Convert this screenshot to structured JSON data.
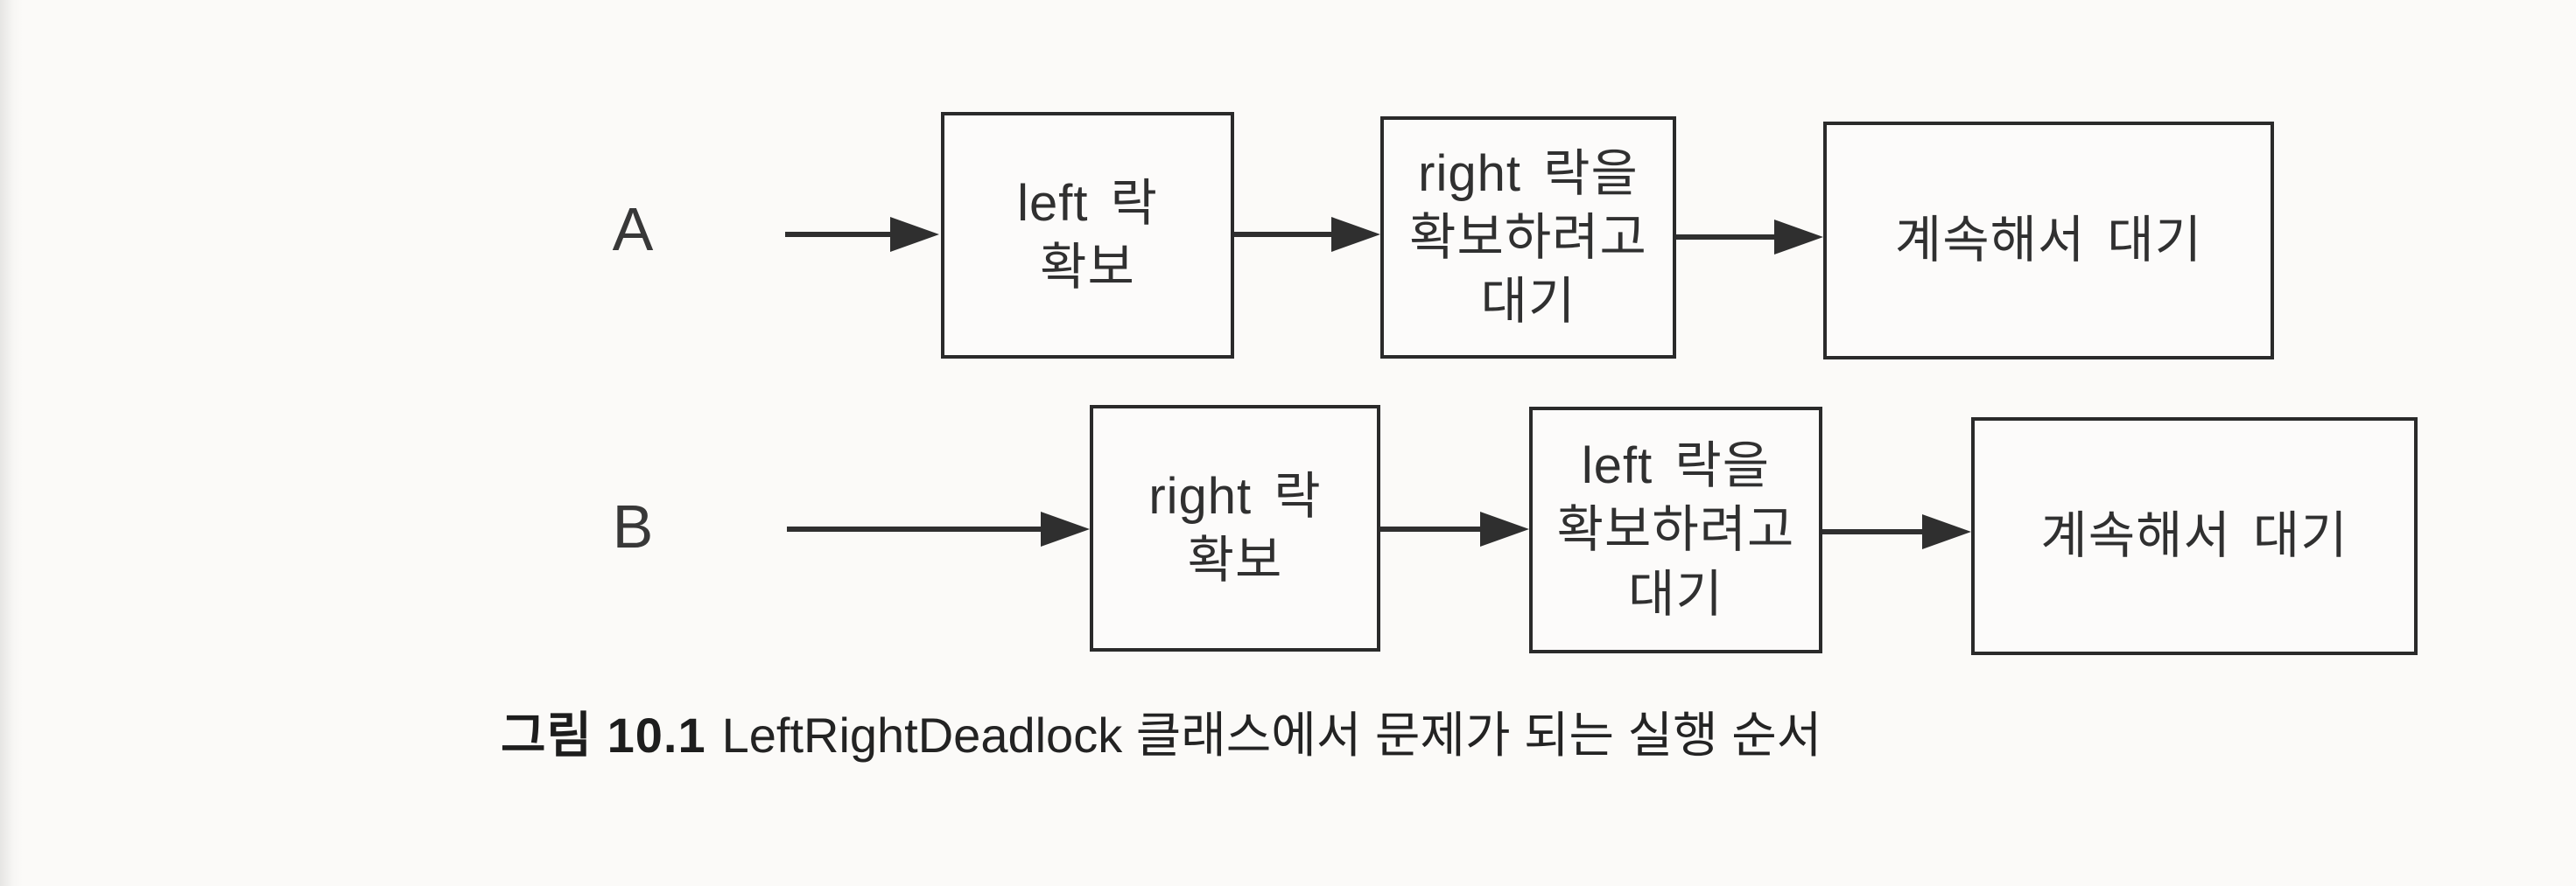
{
  "figure": {
    "caption_label": "그림 10.1",
    "caption_text": "LeftRightDeadlock 클래스에서 문제가 되는 실행 순서"
  },
  "rows": [
    {
      "label": "A",
      "boxes": [
        {
          "lines": [
            "left 락",
            "확보"
          ]
        },
        {
          "lines": [
            "right 락을",
            "확보하려고",
            "대기"
          ]
        },
        {
          "lines": [
            "계속해서 대기"
          ]
        }
      ]
    },
    {
      "label": "B",
      "boxes": [
        {
          "lines": [
            "right 락",
            "확보"
          ]
        },
        {
          "lines": [
            "left 락을",
            "확보하려고",
            "대기"
          ]
        },
        {
          "lines": [
            "계속해서 대기"
          ]
        }
      ]
    }
  ],
  "colors": {
    "paper": "#fbfaf8",
    "ink": "#2f2f2f",
    "box_border": "#2a2a2a"
  }
}
